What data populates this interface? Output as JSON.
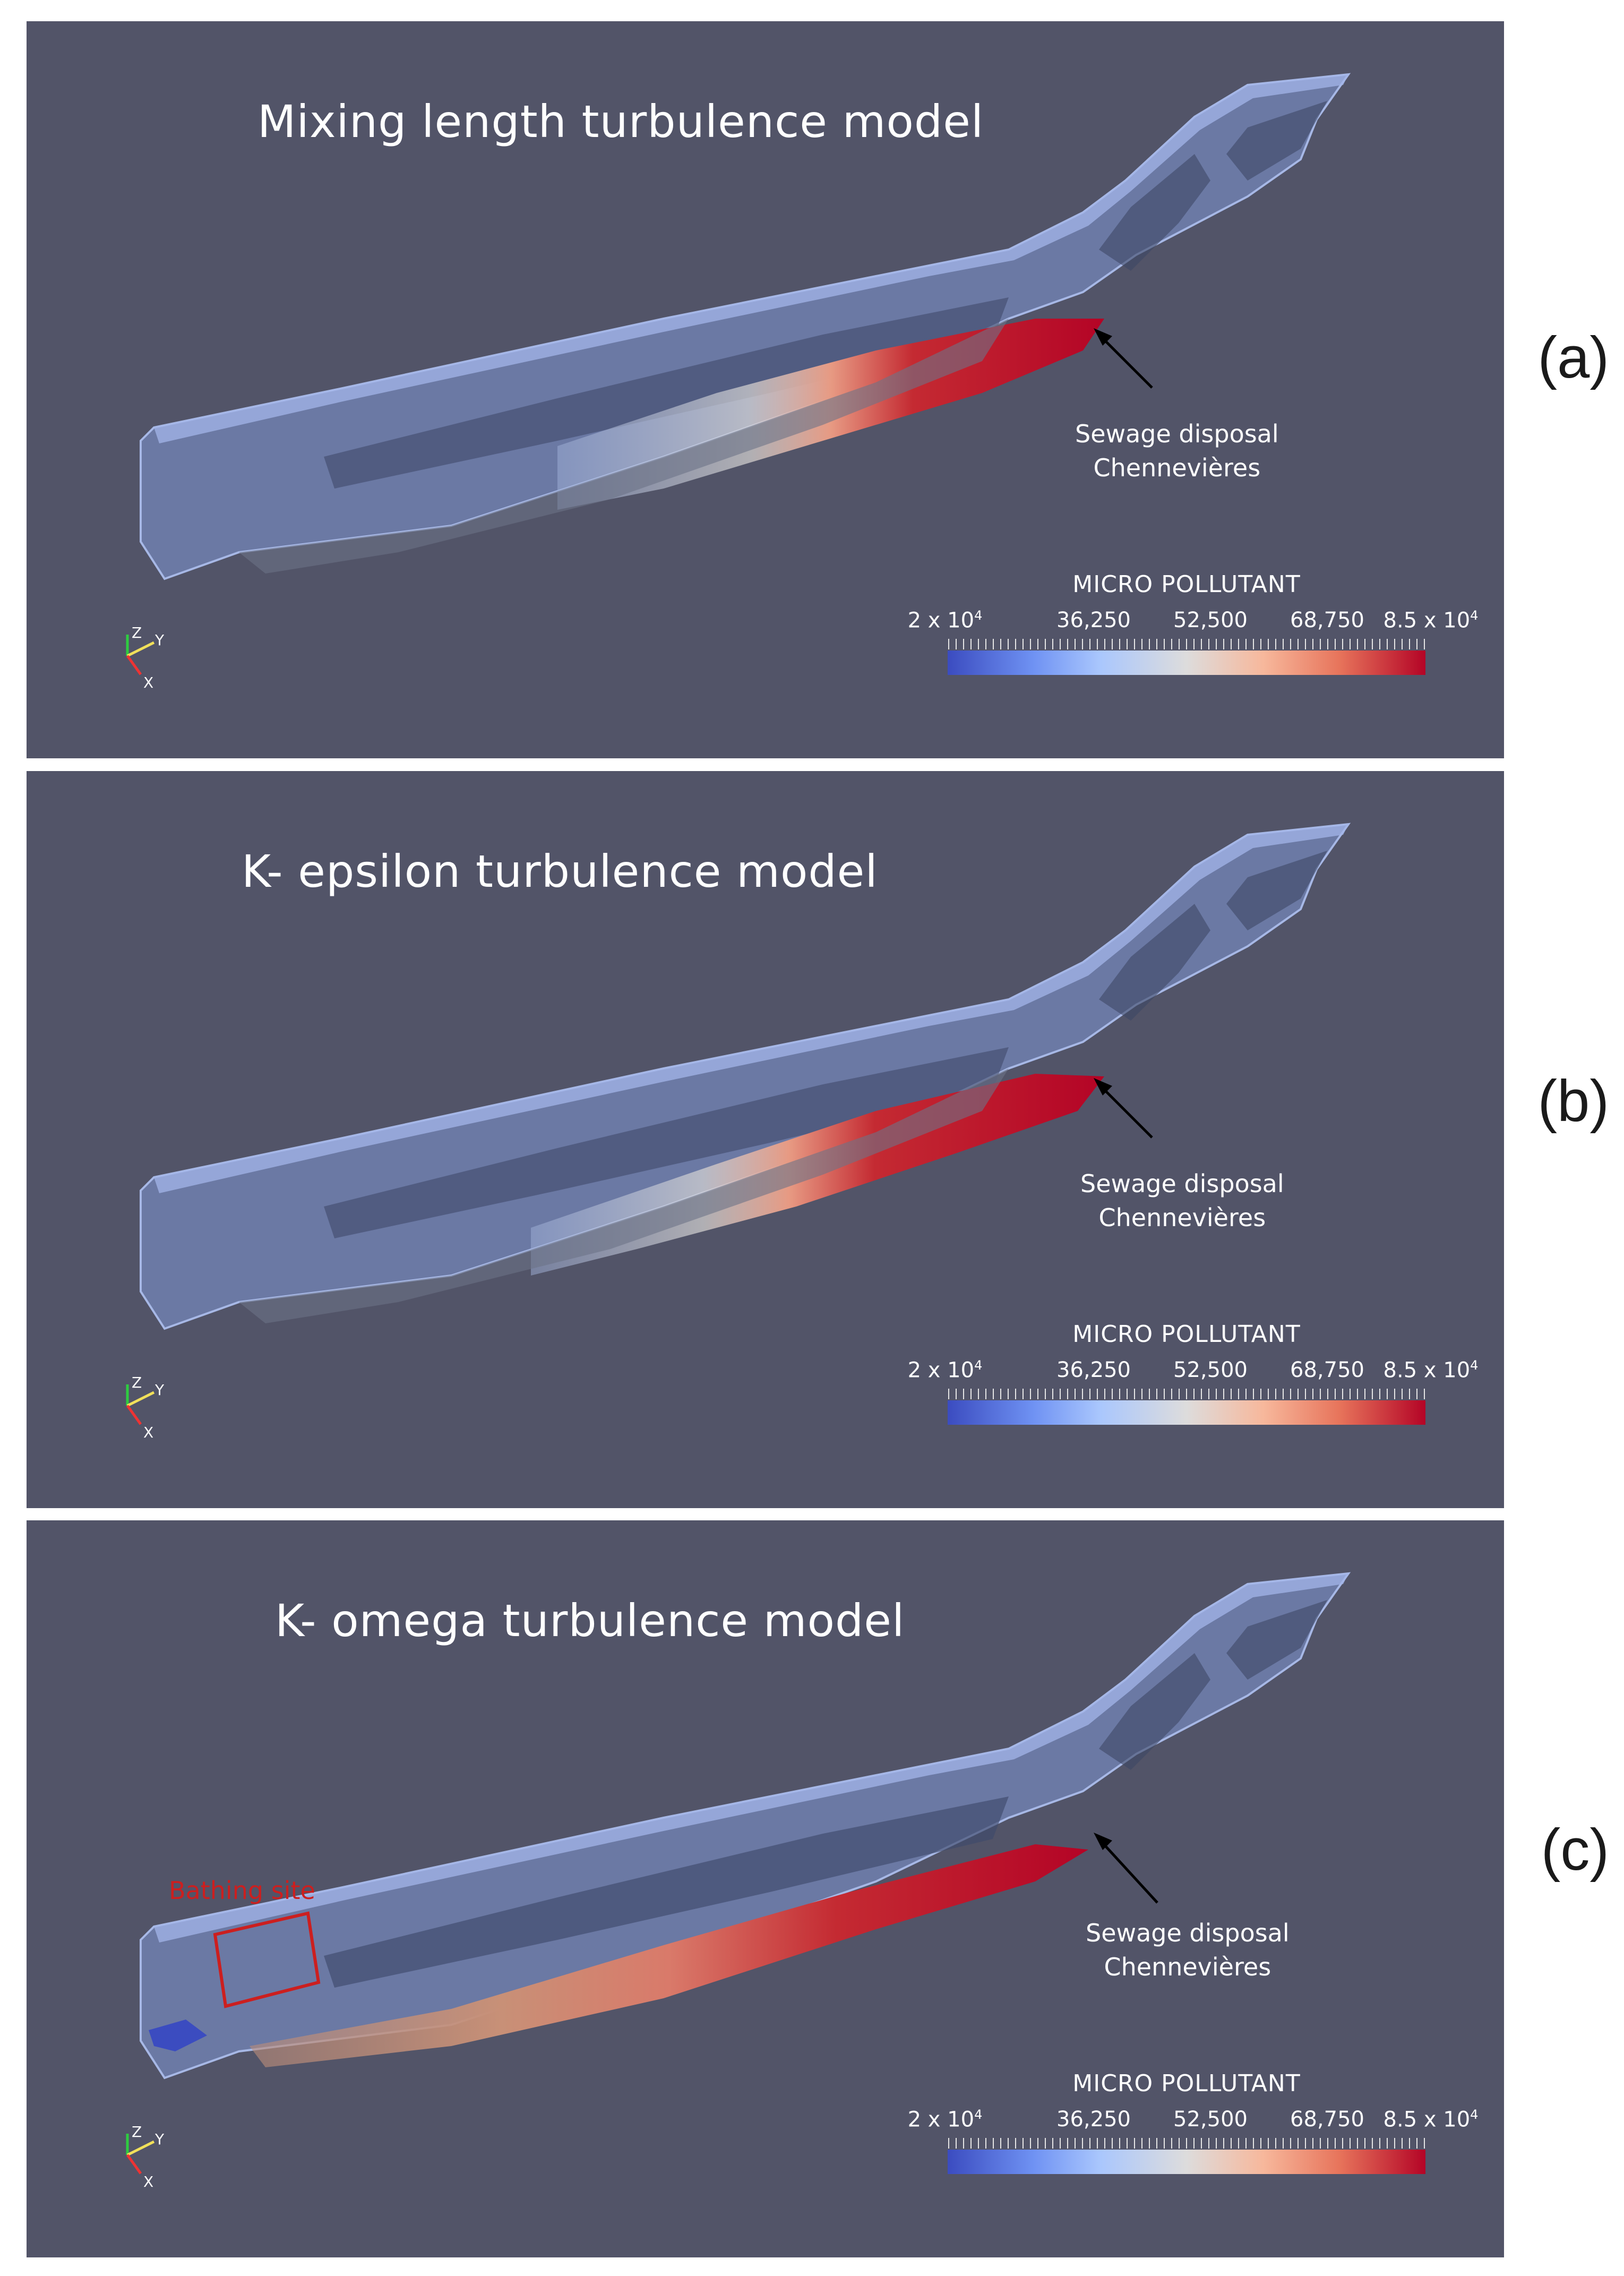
{
  "panels": [
    {
      "id": "a",
      "title": "Mixing length turbulence model",
      "tag": "(a)",
      "annotation": {
        "line1": "Sewage disposal",
        "line2": "Chennevières"
      },
      "legend": {
        "title": "MICRO POLLUTANT",
        "labels": [
          "2 x 10",
          "36,250",
          "52,500",
          "68,750",
          "8.5 x 10"
        ],
        "exponent": "4"
      }
    },
    {
      "id": "b",
      "title": "K- epsilon turbulence model",
      "tag": "(b)",
      "annotation": {
        "line1": "Sewage disposal",
        "line2": "Chennevières"
      },
      "legend": {
        "title": "MICRO POLLUTANT",
        "labels": [
          "2 x 10",
          "36,250",
          "52,500",
          "68,750",
          "8.5 x 10"
        ],
        "exponent": "4"
      }
    },
    {
      "id": "c",
      "title": "K- omega turbulence model",
      "tag": "(c)",
      "annotation": {
        "line1": "Sewage disposal",
        "line2": "Chennevières"
      },
      "bathing_label": "Bathing site",
      "legend": {
        "title": "MICRO POLLUTANT",
        "labels": [
          "2 x 10",
          "36,250",
          "52,500",
          "68,750",
          "8.5 x 10"
        ],
        "exponent": "4"
      }
    }
  ],
  "axes_labels": {
    "z": "Z",
    "y": "Y",
    "x": "X"
  },
  "colors": {
    "background": "#525468",
    "channel": "#7f97d6",
    "plume_high": "#b40426",
    "plume_low": "#3b4cc0",
    "bathing_box": "#cc1f1f"
  }
}
